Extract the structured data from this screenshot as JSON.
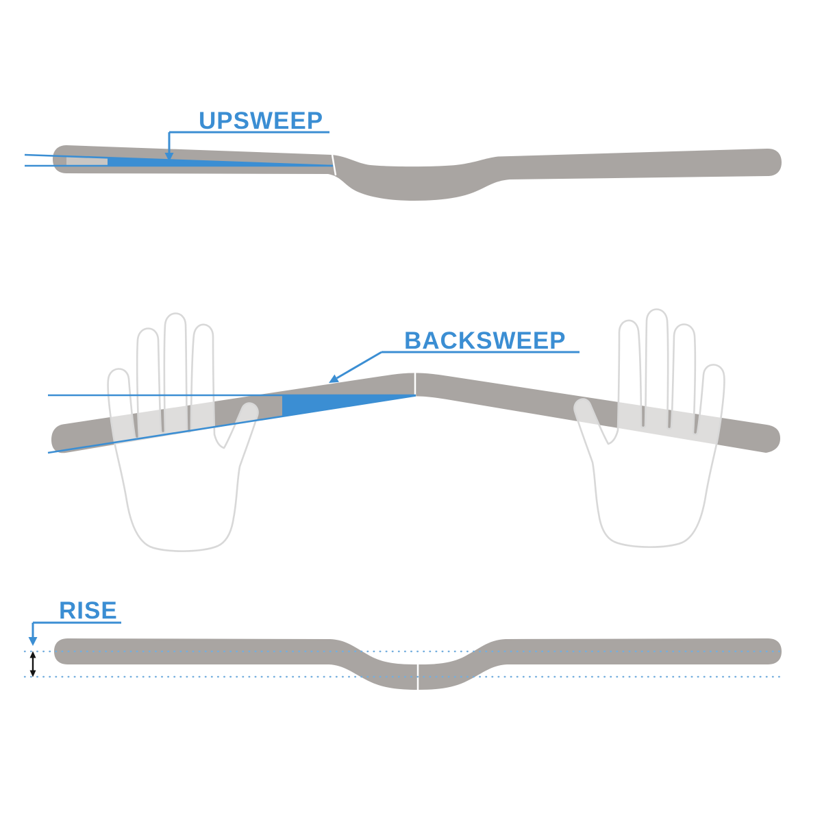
{
  "diagram": {
    "title": "Handlebar geometry diagram",
    "labels": {
      "upsweep": "UPSWEEP",
      "backsweep": "BACKSWEEP",
      "rise": "RISE"
    },
    "colors": {
      "accent_blue": "#3b8ed3",
      "dotted_blue": "#74aede",
      "bar_gray": "#a9a5a2",
      "bar_light_gray": "#c9c6c3",
      "hand_outline": "#d8d8d8",
      "arrow_black": "#141414",
      "background": "#ffffff"
    }
  }
}
